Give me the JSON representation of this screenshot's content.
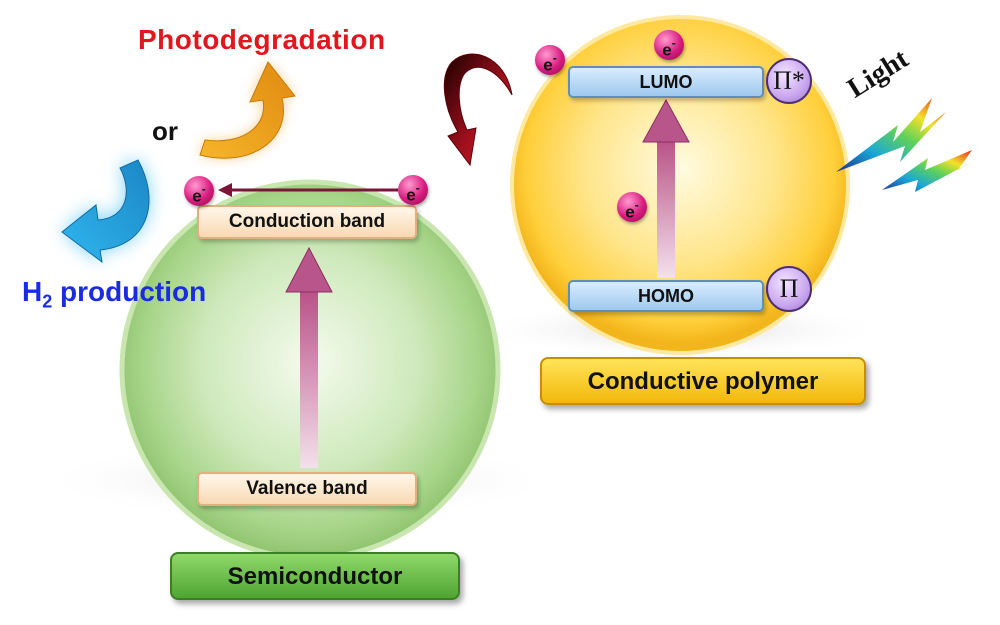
{
  "semiconductor": {
    "label": "Semiconductor",
    "conduction_band": "Conduction band",
    "valence_band": "Valence band"
  },
  "polymer": {
    "label": "Conductive polymer",
    "lumo": "LUMO",
    "homo": "HOMO",
    "pi_star": "Π*",
    "pi": "Π"
  },
  "electron": {
    "symbol": "e",
    "charge": "-"
  },
  "outcomes": {
    "photodegradation": "Photodegradation",
    "or": "or",
    "h2_prefix": "H",
    "h2_sub": "2",
    "h2_suffix": " production"
  },
  "light_label": "Light",
  "colors": {
    "semiconductor_sphere": "#a9d88a",
    "polymer_sphere": "#ffd24a",
    "photodegradation_text": "#e3151d",
    "h2_text": "#1a2ce0",
    "semiconductor_box": "#6cc04a",
    "polymer_box": "#f7c61a"
  }
}
